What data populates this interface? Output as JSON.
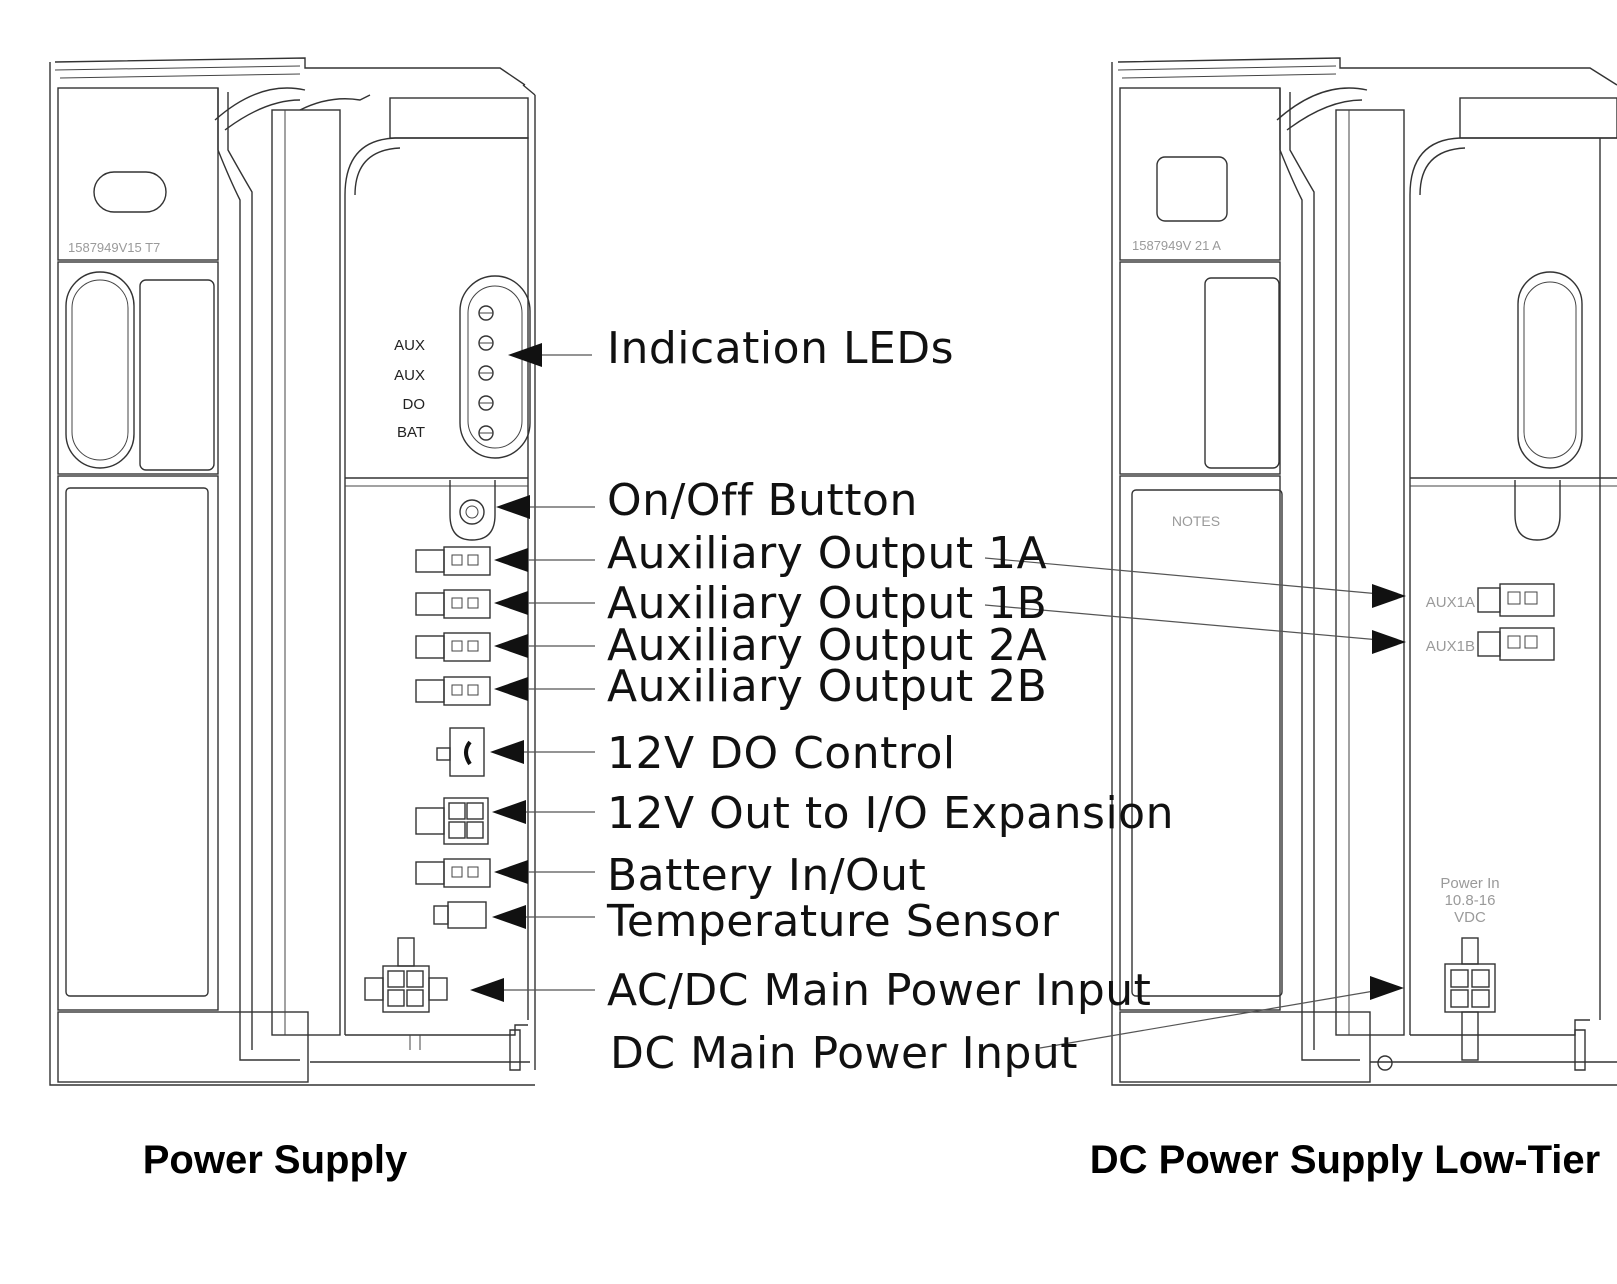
{
  "left_module": {
    "part_number": "1587949V15  T7",
    "led_labels": [
      "AUX",
      "AUX",
      "DO",
      "BAT"
    ],
    "caption": "Power Supply"
  },
  "right_module": {
    "part_number": "1587949V  21 A",
    "notes_label": "NOTES",
    "aux_labels": [
      "AUX1A",
      "AUX1B"
    ],
    "power_in_label": [
      "Power  In",
      "10.8-16",
      "VDC"
    ],
    "caption": "DC Power Supply Low-Tier"
  },
  "annotations": {
    "indication_leds": "Indication LEDs",
    "on_off_button": "On/Off Button",
    "aux_1a": "Auxiliary Output 1A",
    "aux_1b": "Auxiliary Output 1B",
    "aux_2a": "Auxiliary Output 2A",
    "aux_2b": "Auxiliary Output 2B",
    "do_control": "12V DO Control",
    "io_expansion": "12V Out to I/O Expansion",
    "battery": "Battery In/Out",
    "temp_sensor": "Temperature Sensor",
    "ac_dc_main": "AC/DC Main Power Input",
    "dc_main": "DC Main Power Input"
  }
}
